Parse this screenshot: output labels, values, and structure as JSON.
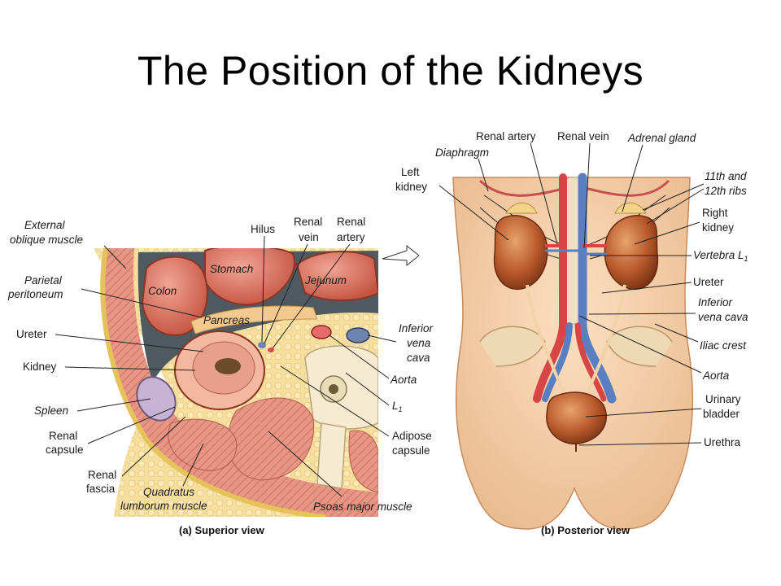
{
  "slide": {
    "title": "The Position of the Kidneys"
  },
  "superior": {
    "caption": "(a) Superior view",
    "labels": {
      "external_oblique_1": "External",
      "external_oblique_2": "oblique muscle",
      "parietal_1": "Parietal",
      "parietal_2": "peritoneum",
      "ureter": "Ureter",
      "kidney": "Kidney",
      "spleen": "Spleen",
      "renal_capsule_1": "Renal",
      "renal_capsule_2": "capsule",
      "renal_fascia_1": "Renal",
      "renal_fascia_2": "fascia",
      "quadratus_1": "Quadratus",
      "quadratus_2": "lumborum muscle",
      "psoas": "Psoas major muscle",
      "hilus": "Hilus",
      "renal_vein_1": "Renal",
      "renal_vein_2": "vein",
      "renal_artery_1": "Renal",
      "renal_artery_2": "artery",
      "stomach": "Stomach",
      "colon": "Colon",
      "jejunum": "Jejunum",
      "pancreas": "Pancreas",
      "ivc_1": "Inferior",
      "ivc_2": "vena",
      "ivc_3": "cava",
      "aorta": "Aorta",
      "l1": "L",
      "l1_sub": "1",
      "adipose_1": "Adipose",
      "adipose_2": "capsule"
    }
  },
  "posterior": {
    "caption": "(b) Posterior view",
    "labels": {
      "renal_artery": "Renal artery",
      "renal_vein": "Renal vein",
      "adrenal": "Adrenal gland",
      "diaphragm": "Diaphragm",
      "left_kidney_1": "Left",
      "left_kidney_2": "kidney",
      "ribs_1": "11th and",
      "ribs_2": "12th ribs",
      "right_kidney_1": "Right",
      "right_kidney_2": "kidney",
      "vertebra": "Vertebra L",
      "vertebra_sub": "1",
      "ureter": "Ureter",
      "ivc_1": "Inferior",
      "ivc_2": "vena cava",
      "iliac": "Iliac crest",
      "aorta": "Aorta",
      "bladder_1": "Urinary",
      "bladder_2": "bladder",
      "urethra": "Urethra"
    }
  }
}
